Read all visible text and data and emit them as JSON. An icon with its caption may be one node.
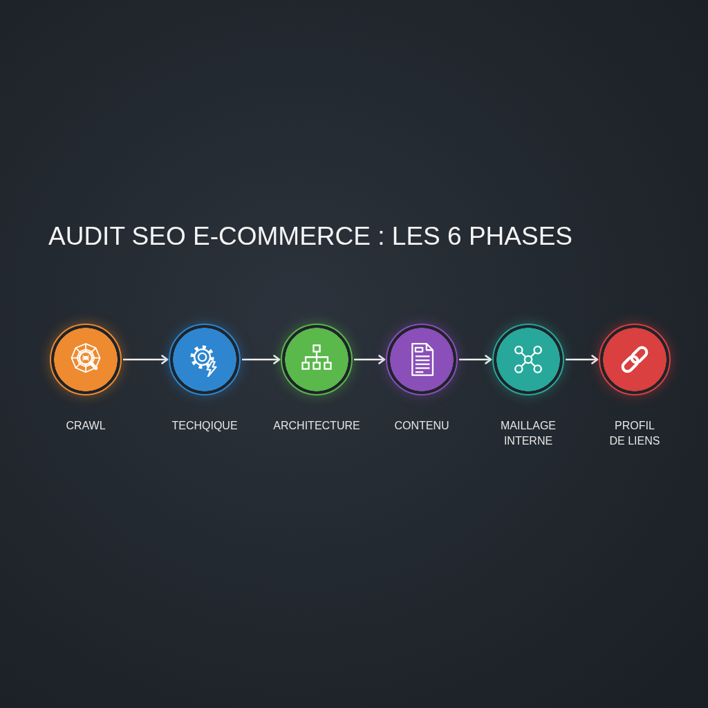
{
  "diagram": {
    "title": "AUDIT SEO E-COMMERCE : LES 6 PHASES",
    "nodes": [
      {
        "text": [],
        "shape": "circle",
        "beside": [
          "CRAWL"
        ]
      },
      {
        "text": [],
        "shape": "circle",
        "beside": [
          "TECHQIQUE"
        ]
      },
      {
        "text": [],
        "shape": "circle",
        "beside": [
          "ARCHITECTURE"
        ]
      },
      {
        "text": [],
        "shape": "circle",
        "beside": [
          "CONTENU"
        ]
      },
      {
        "text": [],
        "shape": "circle",
        "beside": [
          "MAILLAGE INTERNE"
        ]
      },
      {
        "text": [],
        "shape": "circle",
        "beside": [
          "PROFIL DE LIENS"
        ]
      }
    ],
    "edges": [
      {
        "from": 0,
        "to": 1,
        "arrow": "to"
      },
      {
        "from": 1,
        "to": 2,
        "arrow": "to"
      },
      {
        "from": 2,
        "to": 3,
        "arrow": "to"
      },
      {
        "from": 3,
        "to": 4,
        "arrow": "to"
      },
      {
        "from": 4,
        "to": 5,
        "arrow": "to"
      }
    ]
  }
}
